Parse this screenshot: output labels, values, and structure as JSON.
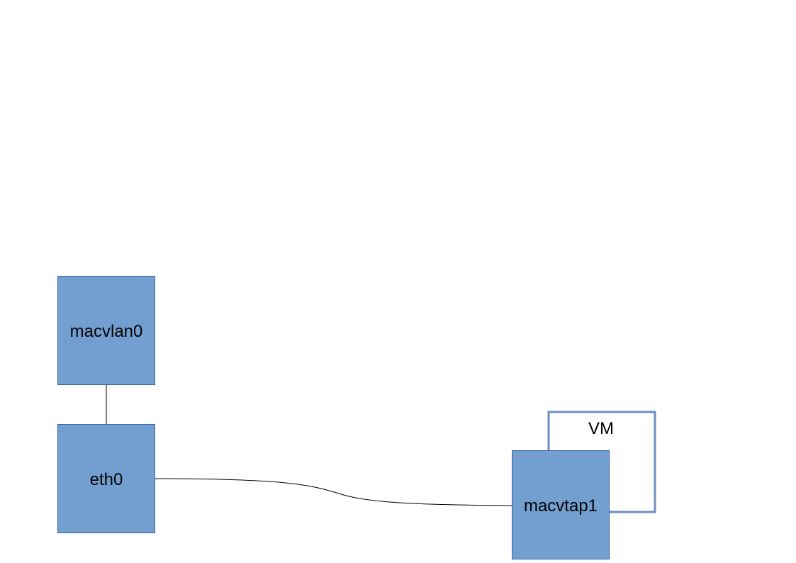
{
  "colors": {
    "box_fill": "#729fcf",
    "box_stroke": "#3465a4",
    "vm_stroke": "#6c8ebf",
    "connector": "#000000",
    "text": "#000000",
    "background": "#ffffff"
  },
  "nodes": {
    "macvlan0": {
      "label": "macvlan0"
    },
    "eth0": {
      "label": "eth0"
    },
    "macvtap1": {
      "label": "macvtap1"
    }
  },
  "vm": {
    "label": "VM"
  },
  "edges": [
    {
      "from": "macvlan0",
      "to": "eth0"
    },
    {
      "from": "eth0",
      "to": "macvtap1"
    }
  ]
}
